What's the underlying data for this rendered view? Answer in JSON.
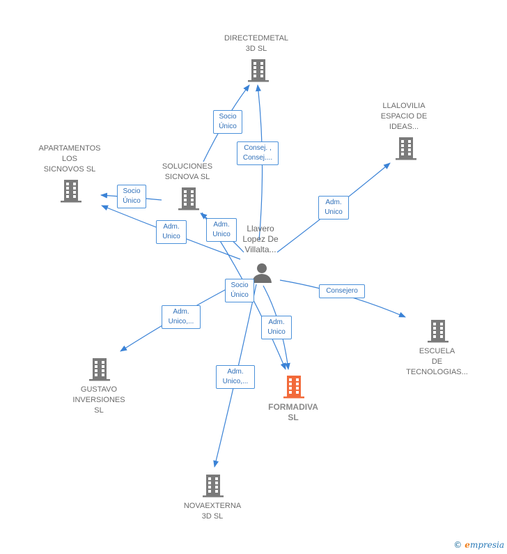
{
  "nodes": {
    "directedmetal": "DIRECTEDMETAL\n3D  SL",
    "llalovilia": "LLALOVILIA\nESPACIO DE\nIDEAS...",
    "apartamentos": "APARTAMENTOS\nLOS\nSICNOVOS  SL",
    "soluciones": "SOLUCIONES\nSICNOVA SL",
    "escuela": "ESCUELA\nDE\nTECNOLOGIAS...",
    "gustavo": "GUSTAVO\nINVERSIONES\nSL",
    "formadiva": "FORMADIVA\nSL",
    "novaexterna": "NOVAEXTERNA\n3D  SL"
  },
  "person": "Llavero\nLopez De\nVillalta...",
  "edge_labels": {
    "socio_unico_directed": "Socio\nÚnico",
    "consej": "Consej. ,\nConsej....",
    "adm_unico_llalovilia": "Adm.\nUnico",
    "socio_unico_apart": "Socio\nÚnico",
    "adm_unico_apart": "Adm.\nUnico",
    "adm_unico_soluciones": "Adm.\nUnico",
    "socio_unico_center": "Socio\nÚnico",
    "consejero": "Consejero",
    "adm_unico_gustavo": "Adm.\nUnico,...",
    "adm_unico_formadiva": "Adm.\nUnico",
    "adm_unico_nova": "Adm.\nUnico,..."
  },
  "colors": {
    "edge": "#3a82d6",
    "building": "#7a7a7a",
    "building_main": "#f26a3a",
    "person": "#6f6f6f"
  },
  "brand": {
    "symbol": "©",
    "first_letter": "e",
    "rest": "mpresia"
  }
}
